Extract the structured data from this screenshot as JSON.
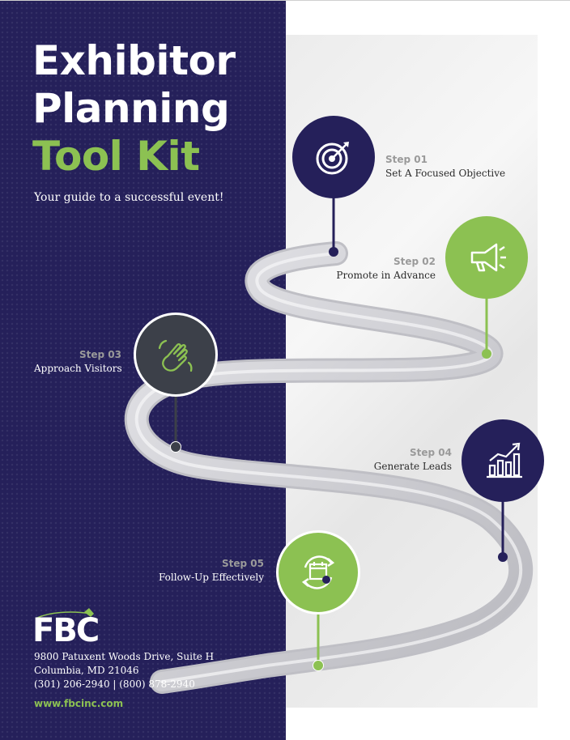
{
  "title": {
    "line1": "Exhibitor",
    "line2": "Planning",
    "line3": "Tool Kit"
  },
  "subtitle": "Your guide to a successful event!",
  "steps": [
    {
      "label": "Step 01",
      "text": "Set A Focused Objective",
      "icon": "target-icon"
    },
    {
      "label": "Step 02",
      "text": "Promote in Advance",
      "icon": "megaphone-icon"
    },
    {
      "label": "Step 03",
      "text": "Approach Visitors",
      "icon": "waving-hand-icon"
    },
    {
      "label": "Step 04",
      "text": "Generate Leads",
      "icon": "bar-chart-growth-icon"
    },
    {
      "label": "Step 05",
      "text": "Follow-Up Effectively",
      "icon": "calendar-cycle-icon"
    }
  ],
  "company": {
    "logo_text": "FBC",
    "address_line1": "9800 Patuxent Woods Drive, Suite H",
    "address_line2": "Columbia, MD 21046",
    "phones": "(301) 206-2940 | (800) 878-2940",
    "website": "www.fbcinc.com"
  },
  "colors": {
    "navy": "#25205a",
    "green": "#8cc152",
    "gray": "#3c4049",
    "road": "#d0d0d4"
  }
}
